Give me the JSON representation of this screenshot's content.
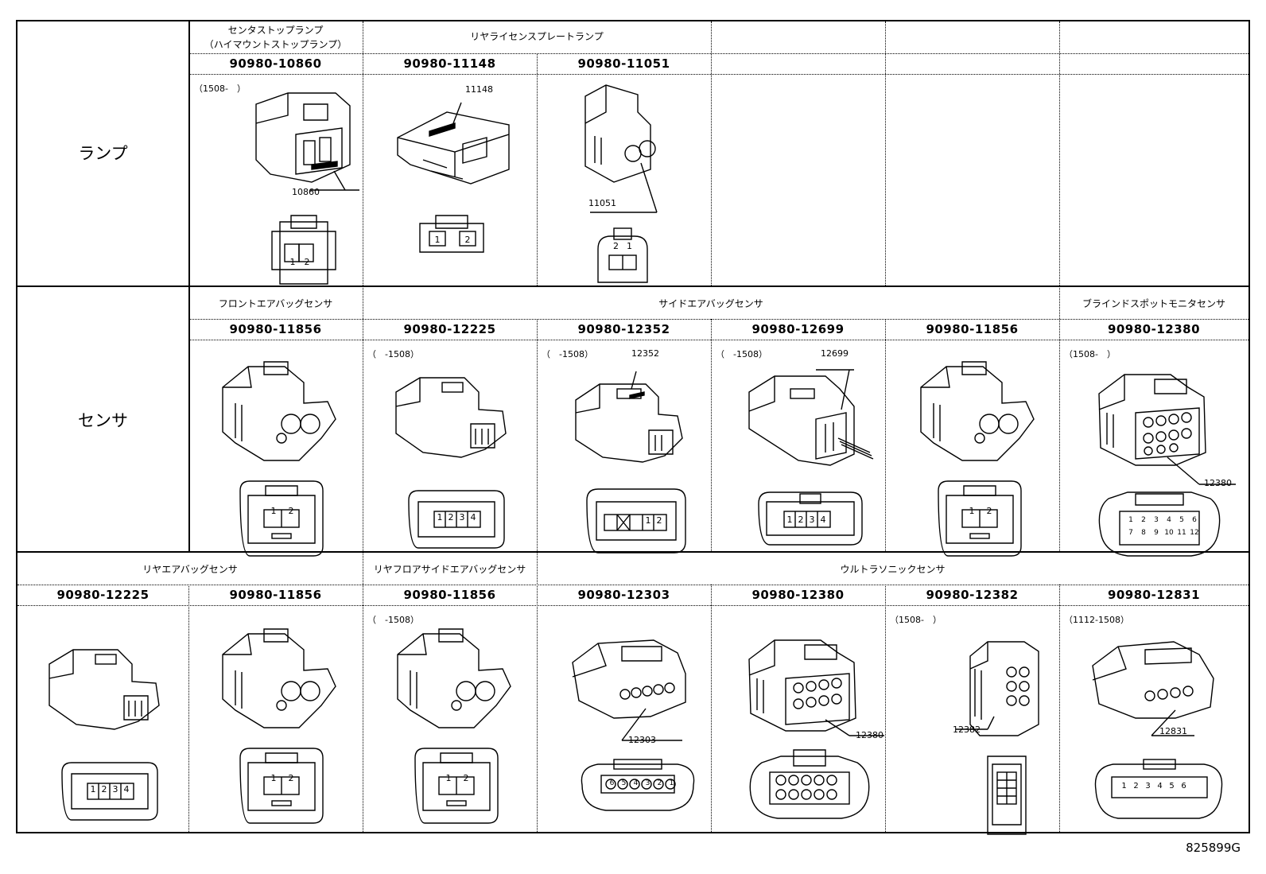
{
  "rows": [
    {
      "label": "ランプ"
    },
    {
      "label": "センサ"
    }
  ],
  "row1": {
    "categories": [
      "センタストップランプ",
      "（ハイマウントストップランプ）",
      "リヤライセンスプレートランプ"
    ],
    "parts": [
      "90980-10860",
      "90980-11148",
      "90980-11051"
    ],
    "notes": [
      "（1508-　）"
    ],
    "labels": [
      "10860",
      "11148",
      "11051"
    ],
    "pins": [
      [
        "1",
        "2"
      ],
      [
        "1",
        "2"
      ],
      [
        "2",
        "1"
      ]
    ]
  },
  "row2": {
    "categories": [
      "フロントエアバッグセンサ",
      "サイドエアバッグセンサ",
      "ブラインドスポットモニタセンサ"
    ],
    "parts": [
      "90980-11856",
      "90980-12225",
      "90980-12352",
      "90980-12699",
      "90980-11856",
      "90980-12380"
    ],
    "notes": [
      "（　-1508）",
      "（　-1508）",
      "（　-1508）",
      "（1508-　）"
    ],
    "labels": [
      "12352",
      "12699",
      "12380"
    ],
    "pins": {
      "c1": [
        "1",
        "2"
      ],
      "c2": [
        "1",
        "2",
        "3",
        "4"
      ],
      "c3": [
        "1",
        "2"
      ],
      "c4": [
        "1",
        "2",
        "3",
        "4"
      ],
      "c5": [
        "1",
        "2"
      ],
      "c6": [
        "1",
        "2",
        "3",
        "4",
        "5",
        "6",
        "7",
        "8",
        "9",
        "10",
        "11",
        "12"
      ]
    }
  },
  "row3": {
    "categories": [
      "リヤエアバッグセンサ",
      "リヤフロアサイドエアバッグセンサ",
      "ウルトラソニックセンサ"
    ],
    "parts": [
      "90980-12225",
      "90980-11856",
      "90980-11856",
      "90980-12303",
      "90980-12380",
      "90980-12382",
      "90980-12831"
    ],
    "notes": [
      "（　-1508）",
      "（1508-　）",
      "（1112-1508）"
    ],
    "labels": [
      "12303",
      "12380",
      "12382",
      "12831"
    ],
    "pins": {
      "c0": [
        "1",
        "2",
        "3",
        "4"
      ],
      "c1": [
        "1",
        "2"
      ],
      "c2": [
        "1",
        "2"
      ],
      "c3": [
        "6",
        "5",
        "4",
        "3",
        "2",
        "1"
      ],
      "c6": [
        "1",
        "2",
        "3",
        "4",
        "5",
        "6"
      ]
    }
  },
  "footer": {
    "code": "825899G"
  }
}
